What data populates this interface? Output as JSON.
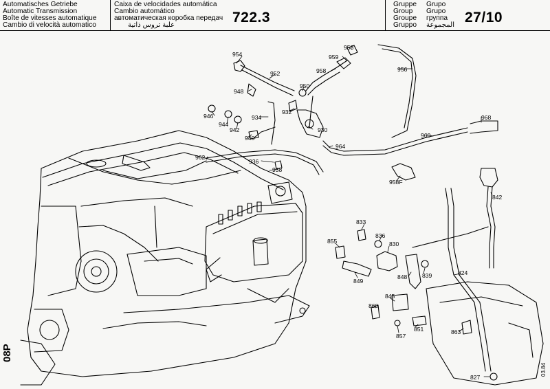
{
  "header": {
    "left_titles": [
      "Automatisches Getriebe",
      "Automatic Transmission",
      "Boîte de vitesses automatique",
      "Cambio di velocità automatico"
    ],
    "mid_titles": [
      "Caixa de velocidades automática",
      "Cambio automático",
      "автоматическая коробка передач",
      "علبة تروس ذاتية"
    ],
    "model": "722.3",
    "group_left": [
      "Gruppe",
      "Group",
      "Groupe",
      "Gruppo"
    ],
    "group_right": [
      "Grupo",
      "Grupo",
      "группа",
      "المجموعة"
    ],
    "group_number": "27/10"
  },
  "page_code": "08P",
  "corner_code": "03.84",
  "callouts": [
    "954",
    "952",
    "948",
    "946",
    "944",
    "942",
    "940",
    "934",
    "932",
    "950",
    "959",
    "958",
    "958",
    "956",
    "930",
    "964",
    "960",
    "968",
    "962",
    "936",
    "938",
    "958F",
    "842",
    "833",
    "836",
    "830",
    "855",
    "849",
    "848",
    "839",
    "824",
    "845",
    "860",
    "857",
    "851",
    "863",
    "827"
  ]
}
